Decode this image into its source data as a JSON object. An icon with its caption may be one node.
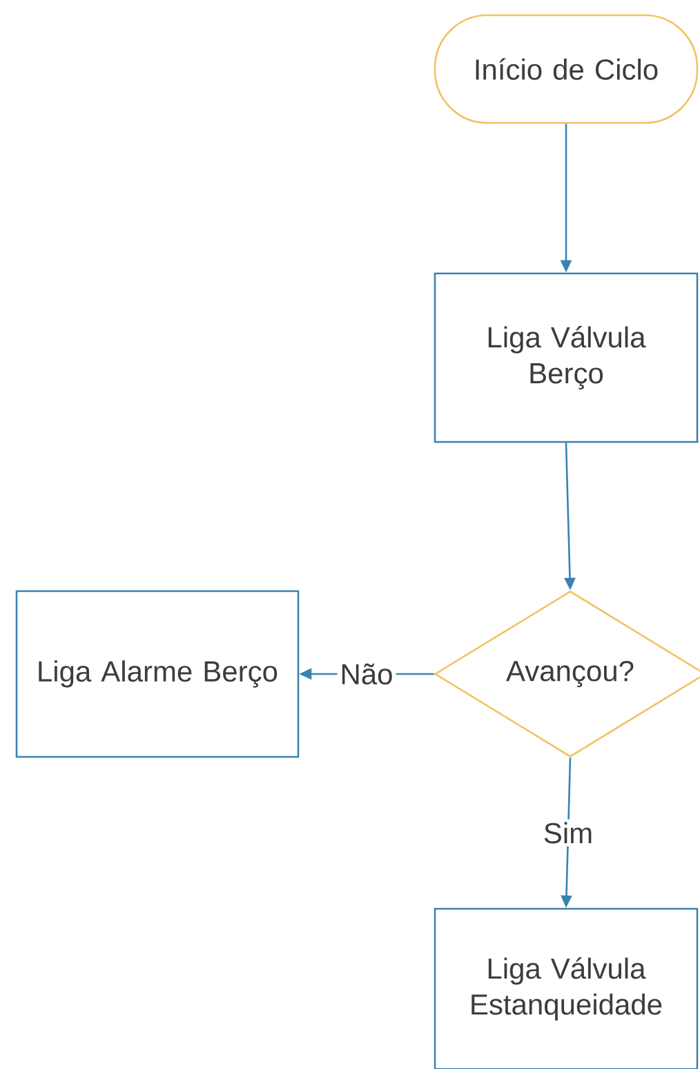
{
  "diagram": {
    "nodes": [
      {
        "text": [
          "Início de Ciclo"
        ]
      },
      {
        "text": [
          "Liga Válvula Berço"
        ]
      },
      {
        "text": [
          "Avançou?"
        ]
      },
      {
        "text": [
          "Liga Alarme Berço"
        ]
      },
      {
        "text": [
          "Liga Válvula Estanqueidade"
        ]
      }
    ],
    "edges": [
      {
        "from": 0,
        "to": 1,
        "arrow": "to"
      },
      {
        "from": 1,
        "to": 2,
        "arrow": "to"
      },
      {
        "from": 2,
        "to": 3,
        "arrow": "to",
        "label": "Não"
      },
      {
        "from": 2,
        "to": 4,
        "arrow": "to",
        "label": "Sim"
      }
    ]
  }
}
